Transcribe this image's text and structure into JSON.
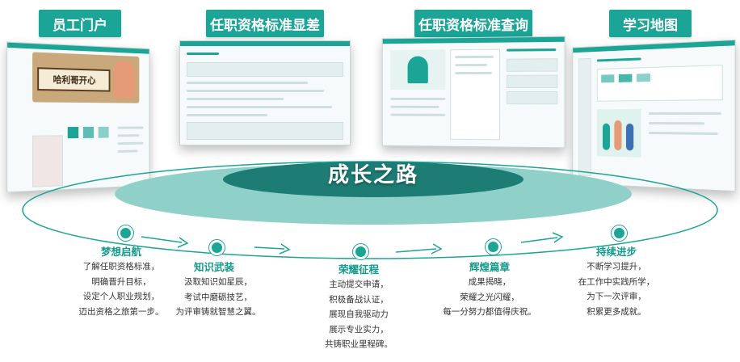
{
  "header_tags": [
    {
      "label": "员工门户"
    },
    {
      "label": "任职资格标准显差"
    },
    {
      "label": "任职资格标准查询"
    },
    {
      "label": "学习地图"
    }
  ],
  "center_title": "成长之路",
  "portal_screen": {
    "banner_text": "哈利哥开心"
  },
  "stages": [
    {
      "title": "梦想启航",
      "lines": [
        "了解任职资格标准，",
        "明确晋升目标，",
        "设定个人职业规划，",
        "迈出资格之旅第一步。"
      ]
    },
    {
      "title": "知识武装",
      "lines": [
        "汲取知识如星辰，",
        "考试中磨砺技艺，",
        "为评审铸就智慧之翼。"
      ]
    },
    {
      "title": "荣耀征程",
      "lines": [
        "主动提交申请，",
        "积极备战认证，",
        "展现自我驱动力",
        "展示专业实力，",
        "共铸职业里程碑。"
      ]
    },
    {
      "title": "辉煌篇章",
      "lines": [
        "成果揭晓，",
        "荣耀之光闪耀，",
        "每一分努力都值得庆祝。"
      ]
    },
    {
      "title": "持续进步",
      "lines": [
        "不断学习提升，",
        "在工作中实践所学，",
        "为下一次评审，",
        "积累更多成就。"
      ]
    }
  ],
  "colors": {
    "accent": "#1aa596",
    "ellipse_outer": "#8fd0c8",
    "ellipse_inner": "#1d7d74"
  }
}
